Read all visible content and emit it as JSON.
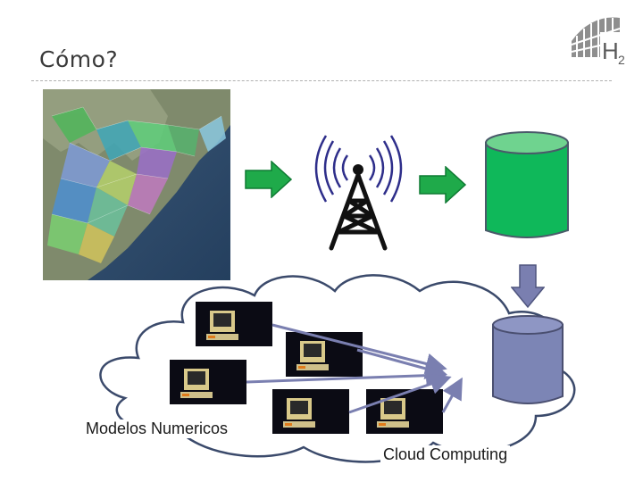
{
  "slide": {
    "title": "Cómo?"
  },
  "logo": {
    "text": "H₂",
    "color": "#5a5a5a"
  },
  "flow": {
    "arrow_color": "#1faa4a",
    "database_top_color": "#6fd38f",
    "database_body_color": "#0fb85a",
    "storage_color": "#7c85b5",
    "down_arrow_color": "#7a7fb0"
  },
  "labels": {
    "models": "Modelos Numericos",
    "cloud": "Cloud Computing"
  }
}
